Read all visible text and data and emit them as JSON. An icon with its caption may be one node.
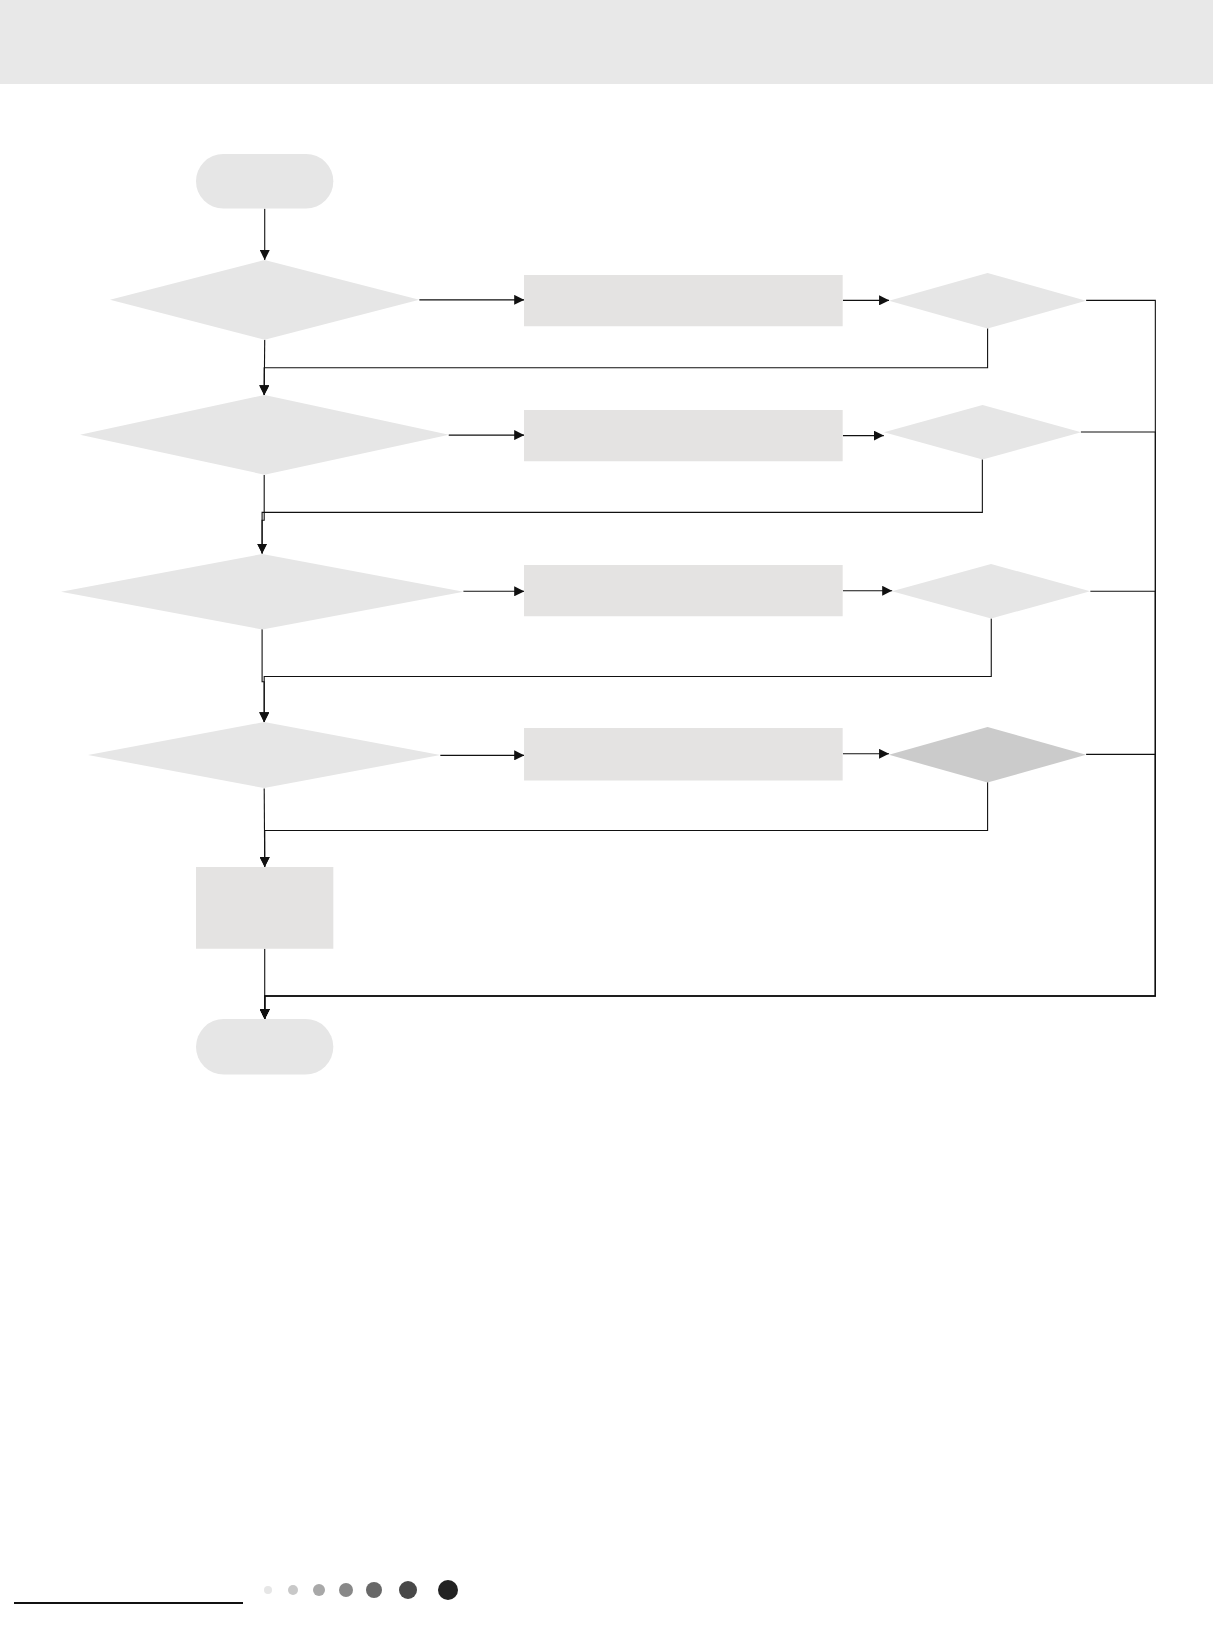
{
  "diagram": {
    "nodes": [
      {
        "text": [],
        "shape": "capsule"
      },
      {
        "text": [],
        "shape": "diamond"
      },
      {
        "text": [],
        "shape": "box"
      },
      {
        "text": [],
        "shape": "diamond"
      },
      {
        "text": [],
        "shape": "diamond"
      },
      {
        "text": [],
        "shape": "box"
      },
      {
        "text": [],
        "shape": "diamond"
      },
      {
        "text": [],
        "shape": "diamond"
      },
      {
        "text": [],
        "shape": "box"
      },
      {
        "text": [],
        "shape": "diamond"
      },
      {
        "text": [],
        "shape": "diamond"
      },
      {
        "text": [],
        "shape": "box"
      },
      {
        "text": [],
        "shape": "diamond"
      },
      {
        "text": [],
        "shape": "box"
      },
      {
        "text": [],
        "shape": "capsule"
      }
    ],
    "edges": [
      {
        "from": 0,
        "to": 1,
        "arrow": "to"
      },
      {
        "from": 1,
        "to": 2,
        "arrow": "to"
      },
      {
        "from": 2,
        "to": 3,
        "arrow": "to"
      },
      {
        "from": 3,
        "to": 4,
        "arrow": "to"
      },
      {
        "from": 1,
        "to": 4,
        "arrow": "to"
      },
      {
        "from": 4,
        "to": 5,
        "arrow": "to"
      },
      {
        "from": 5,
        "to": 6,
        "arrow": "to"
      },
      {
        "from": 6,
        "to": 7,
        "arrow": "to"
      },
      {
        "from": 4,
        "to": 7,
        "arrow": "to"
      },
      {
        "from": 7,
        "to": 8,
        "arrow": "to"
      },
      {
        "from": 8,
        "to": 9,
        "arrow": "to"
      },
      {
        "from": 9,
        "to": 10,
        "arrow": "to"
      },
      {
        "from": 7,
        "to": 10,
        "arrow": "to"
      },
      {
        "from": 10,
        "to": 11,
        "arrow": "to"
      },
      {
        "from": 11,
        "to": 12,
        "arrow": "to"
      },
      {
        "from": 12,
        "to": 13,
        "arrow": "to"
      },
      {
        "from": 10,
        "to": 13,
        "arrow": "to"
      },
      {
        "from": 13,
        "to": 14,
        "arrow": "to"
      },
      {
        "from": 3,
        "to": 14,
        "arrow": "to"
      },
      {
        "from": 6,
        "to": 14,
        "arrow": "to"
      },
      {
        "from": 9,
        "to": 14,
        "arrow": "to"
      },
      {
        "from": 12,
        "to": 14,
        "arrow": "to"
      }
    ]
  }
}
